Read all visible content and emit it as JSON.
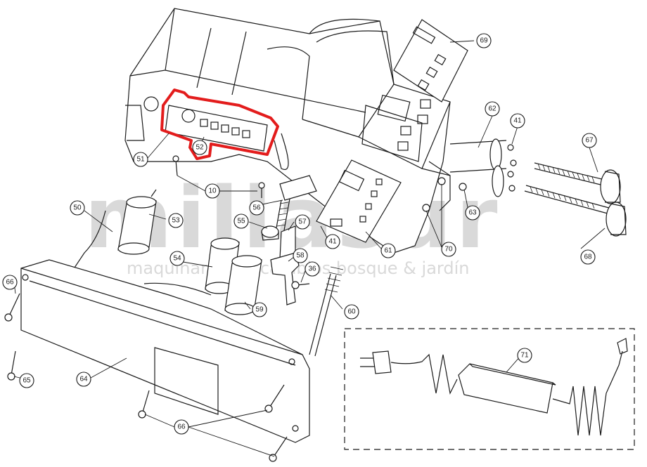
{
  "watermark": {
    "brand": "millasur",
    "tagline": "maquinaria y recambios bosque & jardín"
  },
  "highlight_color": "#e31c1c",
  "parts": [
    "10",
    "36",
    "41",
    "41",
    "50",
    "51",
    "52",
    "53",
    "54",
    "55",
    "56",
    "57",
    "58",
    "59",
    "60",
    "61",
    "62",
    "63",
    "64",
    "65",
    "66",
    "66",
    "67",
    "68",
    "69",
    "70",
    "71"
  ],
  "labels": {
    "p69": "69",
    "p62": "62",
    "p41a": "41",
    "p67": "67",
    "p51": "51",
    "p52": "52",
    "p10": "10",
    "p56": "56",
    "p63": "63",
    "p50": "50",
    "p53": "53",
    "p55": "55",
    "p57": "57",
    "p41b": "41",
    "p61": "61",
    "p70": "70",
    "p68": "68",
    "p54": "54",
    "p58": "58",
    "p36": "36",
    "p66a": "66",
    "p59": "59",
    "p60": "60",
    "p71": "71",
    "p64": "64",
    "p65": "65",
    "p66b": "66"
  }
}
